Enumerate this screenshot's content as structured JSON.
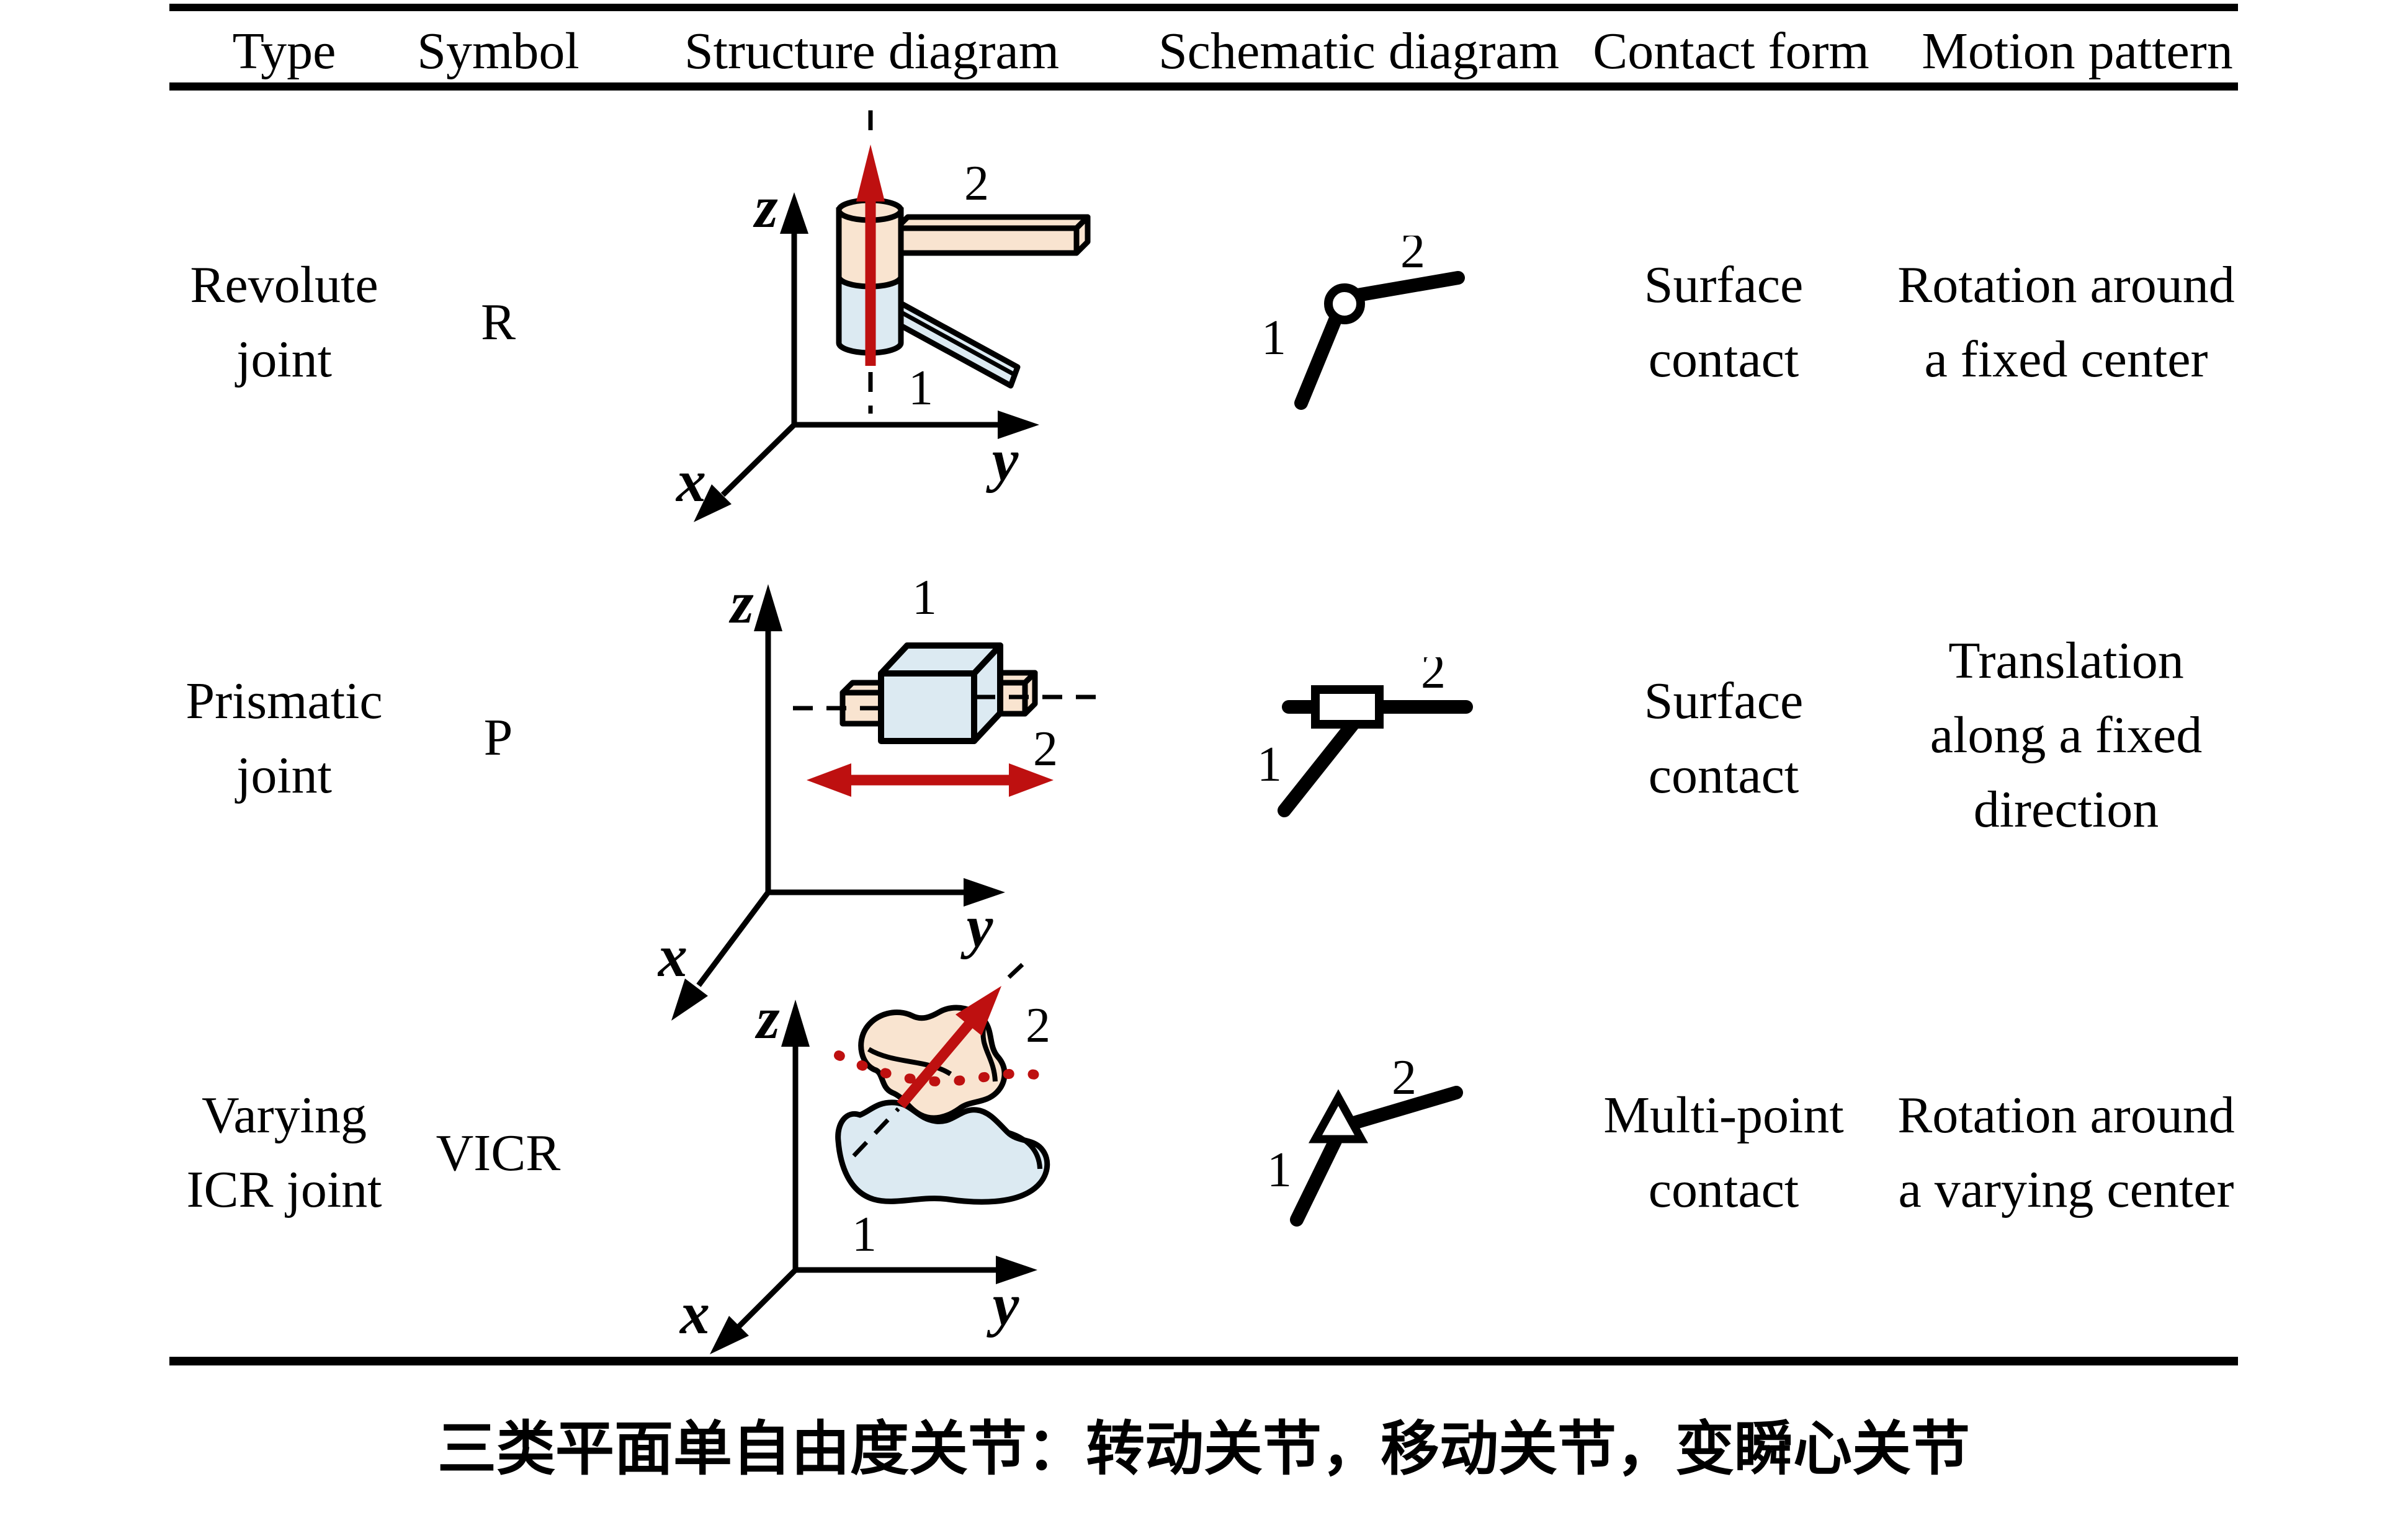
{
  "header": {
    "columns": [
      "Type",
      "Symbol",
      "Structure diagram",
      "Schematic diagram",
      "Contact form",
      "Motion pattern"
    ]
  },
  "rows": [
    {
      "type": [
        "Revolute",
        "joint"
      ],
      "symbol": "R",
      "contact": [
        "Surface",
        "contact"
      ],
      "motion": [
        "Rotation around",
        "a fixed center"
      ]
    },
    {
      "type": [
        "Prismatic",
        "joint"
      ],
      "symbol": "P",
      "contact": [
        "Surface",
        "contact"
      ],
      "motion": [
        "Translation",
        "along a fixed",
        "direction"
      ]
    },
    {
      "type": [
        "Varying",
        "ICR joint"
      ],
      "symbol": "VICR",
      "contact": [
        "Multi-point",
        "contact"
      ],
      "motion": [
        "Rotation around",
        "a varying center"
      ]
    }
  ],
  "diagram_labels": {
    "x": "x",
    "y": "y",
    "z": "z",
    "link1": "1",
    "link2": "2"
  },
  "caption": "三类平面单自由度关节：转动关节，移动关节，变瞬心关节",
  "colors": {
    "peach": "#F9E4D0",
    "blue": "#DCEAF2",
    "red": "#BE1010",
    "ink": "#000000",
    "bg": "#FFFFFF"
  }
}
